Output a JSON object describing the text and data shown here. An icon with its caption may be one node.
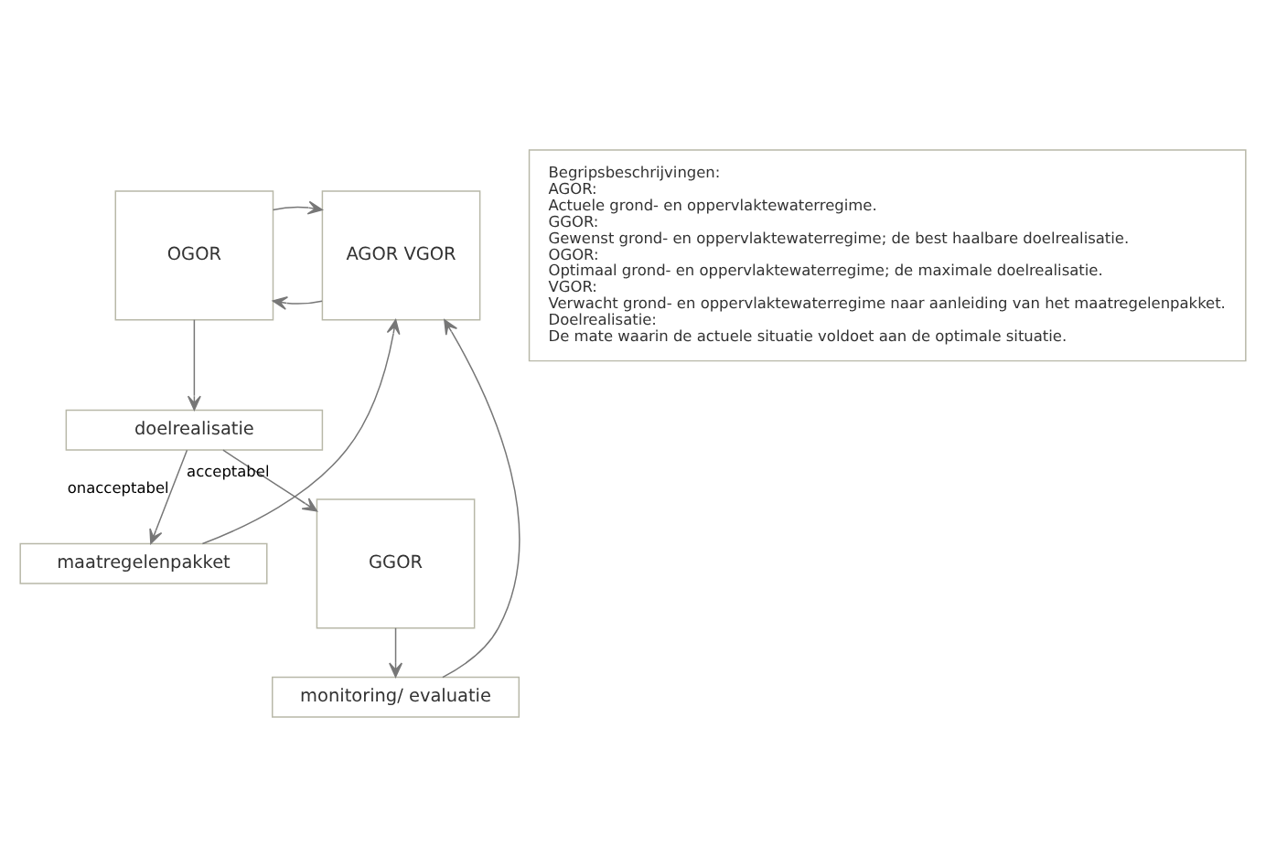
{
  "diagram": {
    "nodes": [
      {
        "text": [
          "OGOR"
        ]
      },
      {
        "text": [
          "AGOR VGOR"
        ]
      },
      {
        "text": [
          "doelrealisatie"
        ]
      },
      {
        "text": [
          "maatregelenpakket"
        ]
      },
      {
        "text": [
          "GGOR"
        ]
      },
      {
        "text": [
          "monitoring/ evaluatie"
        ]
      },
      {
        "text": [
          "Begripsbeschrijvingen:",
          "AGOR:",
          "Actuele grond- en oppervlaktewaterregime.",
          "GGOR:",
          "Gewenst grond- en oppervlaktewaterregime; de best haalbare doelrealisatie.",
          "OGOR:",
          "Optimaal grond- en oppervlaktewaterregime; de maximale doelrealisatie.",
          "VGOR:",
          "Verwacht grond- en oppervlaktewaterregime naar aanleiding van het maatregelenpakket.",
          "Doelrealisatie:",
          "De mate waarin de actuele situatie voldoet aan de optimale situatie."
        ]
      }
    ],
    "edges": [
      {
        "from": 1,
        "to": 0,
        "arrow": "to"
      },
      {
        "from": 0,
        "to": 1,
        "arrow": "to"
      },
      {
        "from": 0,
        "to": 2,
        "arrow": "to"
      },
      {
        "from": 2,
        "to": 4,
        "arrow": "to",
        "label": "acceptabel"
      },
      {
        "from": 2,
        "to": 3,
        "arrow": "to",
        "label": "onacceptabel"
      },
      {
        "from": 3,
        "to": 1,
        "arrow": "to"
      },
      {
        "from": 4,
        "to": 5,
        "arrow": "to"
      },
      {
        "from": 5,
        "to": 1,
        "arrow": "to"
      }
    ]
  }
}
